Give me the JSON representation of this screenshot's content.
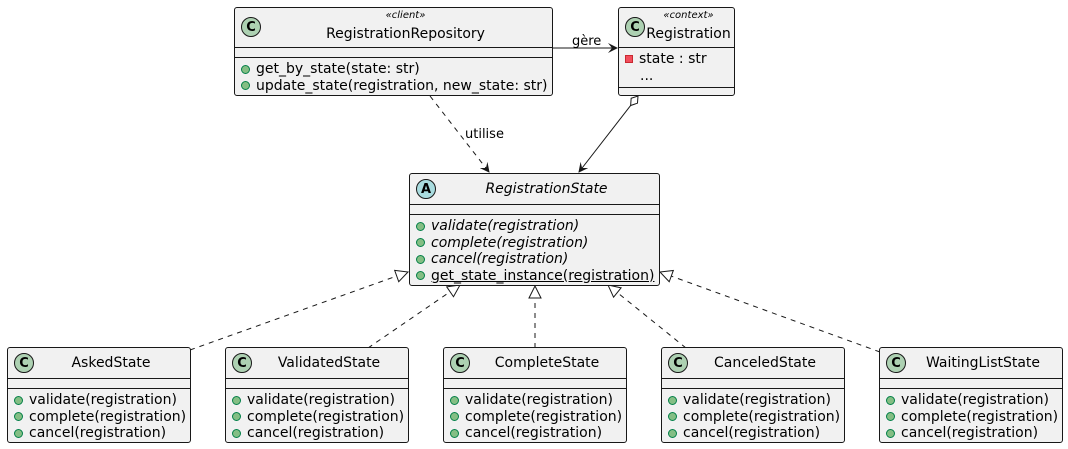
{
  "classes": {
    "repository": {
      "name": "RegistrationRepository",
      "stereotype": "«client»",
      "icon": "C",
      "methods": [
        "get_by_state(state: str)",
        "update_state(registration, new_state: str)"
      ]
    },
    "registration": {
      "name": "Registration",
      "stereotype": "«context»",
      "icon": "C",
      "fields": [
        "state : str",
        "..."
      ]
    },
    "state": {
      "name": "RegistrationState",
      "icon": "A",
      "methods": [
        "validate(registration)",
        "complete(registration)",
        "cancel(registration)",
        "get_state_instance(registration)"
      ]
    },
    "asked": {
      "name": "AskedState",
      "icon": "C",
      "methods": [
        "validate(registration)",
        "complete(registration)",
        "cancel(registration)"
      ]
    },
    "validated": {
      "name": "ValidatedState",
      "icon": "C",
      "methods": [
        "validate(registration)",
        "complete(registration)",
        "cancel(registration)"
      ]
    },
    "complete": {
      "name": "CompleteState",
      "icon": "C",
      "methods": [
        "validate(registration)",
        "complete(registration)",
        "cancel(registration)"
      ]
    },
    "canceled": {
      "name": "CanceledState",
      "icon": "C",
      "methods": [
        "validate(registration)",
        "complete(registration)",
        "cancel(registration)"
      ]
    },
    "waiting": {
      "name": "WaitingListState",
      "icon": "C",
      "methods": [
        "validate(registration)",
        "complete(registration)",
        "cancel(registration)"
      ]
    }
  },
  "edges": {
    "manages_label": "gère",
    "uses_label": "utilise"
  },
  "colors": {
    "class_bg": "#f1f1f1",
    "class_circle": "#add1b2",
    "abstract_circle": "#a9dcdf",
    "public_dot": "#84be84",
    "private_square": "#f24d5c",
    "line": "#181818"
  }
}
